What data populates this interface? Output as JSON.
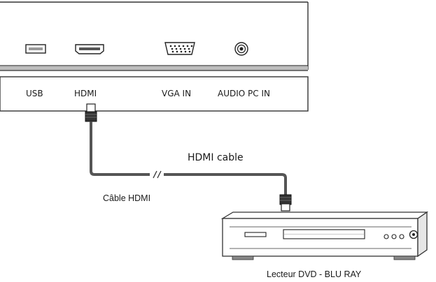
{
  "ports": {
    "usb": "USB",
    "hdmi": "HDMI",
    "vga": "VGA IN",
    "audio": "AUDIO PC IN"
  },
  "cable": {
    "label_en": "HDMI cable",
    "label_fr": "Câble HDMI"
  },
  "device": {
    "label": "Lecteur DVD - BLU RAY"
  },
  "icons": [
    "usb-port-icon",
    "hdmi-port-icon",
    "vga-port-icon",
    "audio-jack-icon",
    "hdmi-plug-icon",
    "cable-break-icon",
    "dvd-player-icon"
  ],
  "colors": {
    "line": "#333333",
    "panel_shade": "#bdbdbd",
    "cable": "#555555"
  }
}
